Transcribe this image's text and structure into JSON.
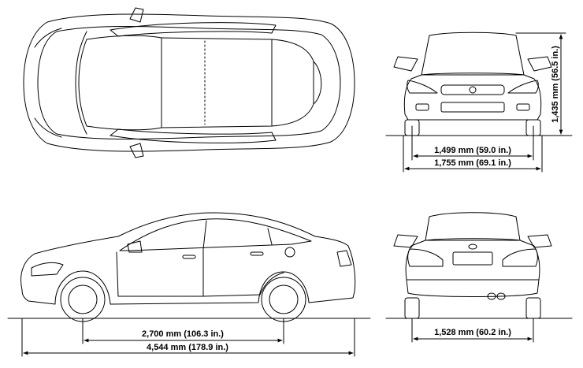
{
  "views": {
    "top": "",
    "front": "",
    "side": "",
    "rear": ""
  },
  "dimensions": {
    "height": "1,435 mm (56.5 in.)",
    "front_track": "1,499 mm (59.0 in.)",
    "width": "1,755 mm (69.1 in.)",
    "wheelbase": "2,700 mm (106.3 in.)",
    "length": "4,544 mm (178.9 in.)",
    "rear_track": "1,528 mm (60.2 in.)"
  },
  "colors": {
    "line": "#000000",
    "background": "#ffffff"
  }
}
